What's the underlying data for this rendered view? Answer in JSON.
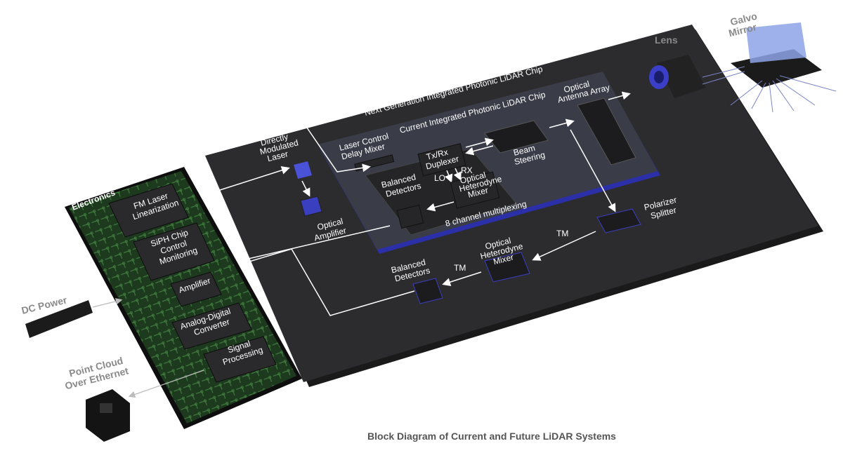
{
  "diagram": {
    "caption": "Block Diagram of Current and Future LiDAR Systems",
    "next_gen_chip": "Next Generation Integrated Photonic LiDAR Chip",
    "current_chip": "Current Integrated Photonic LiDAR Chip",
    "electronics": {
      "title": "Electronics",
      "blocks": [
        [
          "FM Laser",
          "Linearization"
        ],
        [
          "SiPH Chip",
          "Control",
          "Monitoring"
        ],
        [
          "Amplifier"
        ],
        [
          "Analog-Digital",
          "Converter"
        ],
        [
          "Signal",
          "Processing"
        ]
      ]
    },
    "external": {
      "dc_power": "DC Power",
      "point_cloud": [
        "Point Cloud",
        "Over Ethernet"
      ],
      "lens": "Lens",
      "galvo_mirror": [
        "Galvo",
        "Mirror"
      ]
    },
    "board": {
      "laser": [
        "Directly",
        "Modulated",
        "Laser"
      ],
      "optical_amplifier": [
        "Optical",
        "Amplifier"
      ],
      "laser_control": [
        "Laser Control",
        "Delay Mixer"
      ],
      "duplexer": [
        "Tx/Rx",
        "Duplexer"
      ],
      "lo": "LO",
      "rx": "RX",
      "balanced_detectors_inner": [
        "Balanced",
        "Detectors"
      ],
      "heterodyne_inner": [
        "Optical",
        "Heterodyne",
        "Mixer"
      ],
      "multiplexing": "8 channel multiplexing",
      "beam_steering": [
        "Beam",
        "Steering"
      ],
      "antenna_array": [
        "Optical",
        "Antenna Array"
      ],
      "polarizer": [
        "Polarizer",
        "Splitter"
      ],
      "heterodyne_outer": [
        "Optical",
        "Heterodyne",
        "Mixer"
      ],
      "balanced_detectors_outer": [
        "Balanced",
        "Detectors"
      ],
      "tm1": "TM",
      "tm2": "TM"
    },
    "colors": {
      "board": "#2a2a2c",
      "pcb": "#1d3a1f",
      "trace": "#3f7a3c",
      "chip_edge": "#2b2fa8",
      "laser": "#4a52d8"
    }
  }
}
